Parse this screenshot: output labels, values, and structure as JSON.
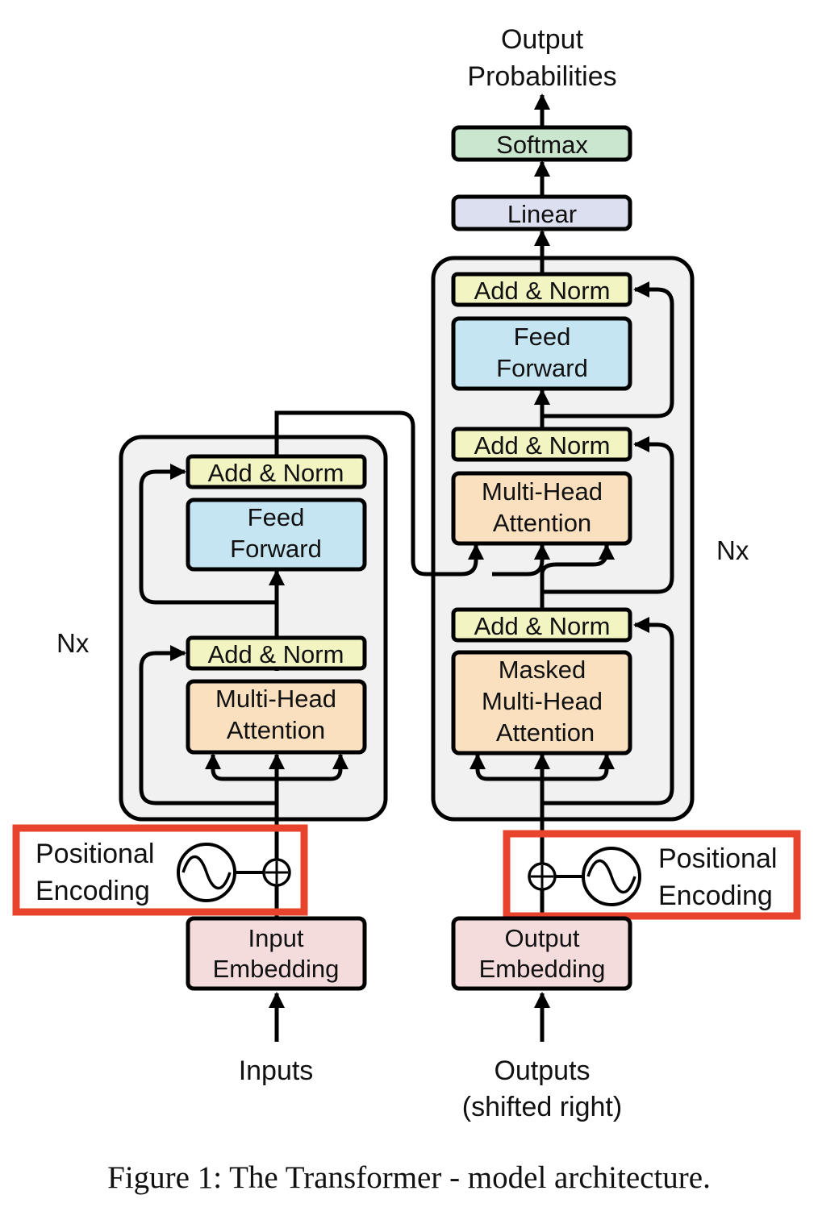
{
  "colors": {
    "add_norm": "#f2f4c2",
    "feed_forward": "#c6e5f3",
    "attention": "#fae0bf",
    "embedding": "#f5dcdc",
    "linear": "#dcdff0",
    "softmax": "#cbe6cf",
    "stack_bg": "#f1f1f1",
    "highlight": "#e8432d"
  },
  "output_label": {
    "line1": "Output",
    "line2": "Probabilities"
  },
  "softmax": "Softmax",
  "linear": "Linear",
  "encoder": {
    "repeat": "Nx",
    "add_norm_top": "Add & Norm",
    "feed_forward": {
      "line1": "Feed",
      "line2": "Forward"
    },
    "add_norm_bottom": "Add & Norm",
    "attention": {
      "line1": "Multi-Head",
      "line2": "Attention"
    },
    "positional_encoding": {
      "line1": "Positional",
      "line2": "Encoding"
    },
    "embedding": {
      "line1": "Input",
      "line2": "Embedding"
    },
    "input_label": "Inputs"
  },
  "decoder": {
    "repeat": "Nx",
    "add_norm_top": "Add & Norm",
    "feed_forward": {
      "line1": "Feed",
      "line2": "Forward"
    },
    "add_norm_mid": "Add & Norm",
    "cross_attention": {
      "line1": "Multi-Head",
      "line2": "Attention"
    },
    "add_norm_bottom": "Add & Norm",
    "masked_attention": {
      "line1": "Masked",
      "line2": "Multi-Head",
      "line3": "Attention"
    },
    "positional_encoding": {
      "line1": "Positional",
      "line2": "Encoding"
    },
    "embedding": {
      "line1": "Output",
      "line2": "Embedding"
    },
    "input_label": {
      "line1": "Outputs",
      "line2": "(shifted right)"
    }
  },
  "caption": "Figure 1: The Transformer - model architecture."
}
